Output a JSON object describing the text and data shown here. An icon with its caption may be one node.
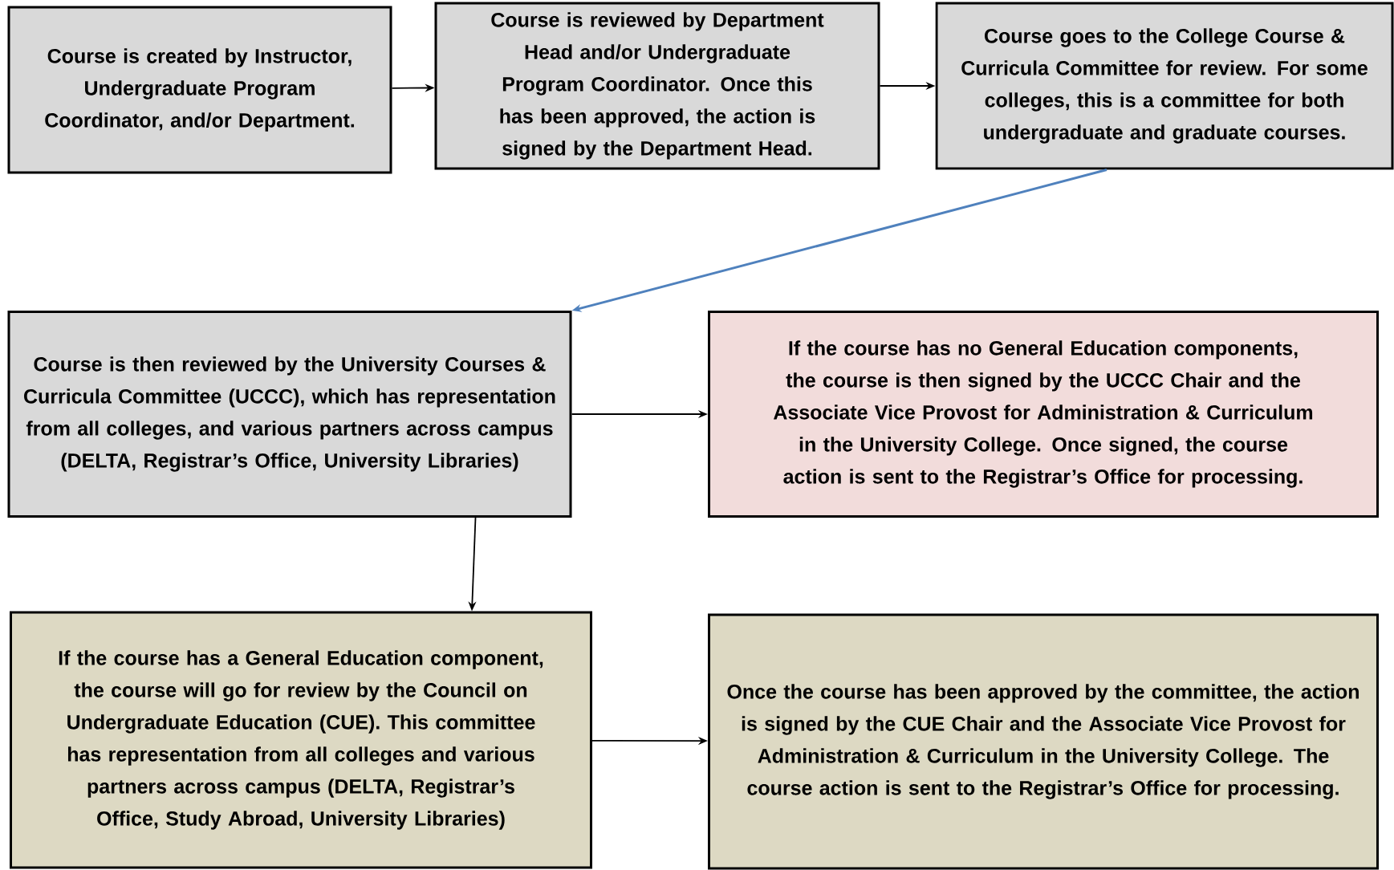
{
  "diagram": {
    "nodes": [
      {
        "text": [
          "Course is created by Instructor, Undergraduate Program Coordinator, and/or Department."
        ]
      },
      {
        "text": [
          "Course is reviewed by Department Head and/or Undergraduate Program Coordinator. Once this has been approved, the action is signed by the Department Head."
        ]
      },
      {
        "text": [
          "Course goes to the College Course & Curricula Committee for review. For some colleges, this is a committee for both undergraduate and graduate courses."
        ]
      },
      {
        "text": [
          "Course is then reviewed by the University Courses & Curricula Committee (UCCC), which has representation from all colleges, and various partners across campus (DELTA, Registrar’s Office, University Libraries)"
        ]
      },
      {
        "text": [
          "If the course has no General Education components, the course is then signed by the UCCC Chair and the Associate Vice Provost for Administration & Curriculum in the University College. Once signed, the course action is sent to the Registrar’s Office for processing."
        ]
      },
      {
        "text": [
          "If the course has a General Education component, the course will go for review by the Council on Undergraduate Education (CUE). This committee has representation from all colleges and various partners across campus (DELTA, Registrar’s Office, Study Abroad, University Libraries)"
        ]
      },
      {
        "text": [
          "Once the course has been approved by the committee, the action is signed by the CUE Chair and the Associate Vice Provost for Administration & Curriculum in the University College. The course action is sent to the Registrar’s Office for processing."
        ]
      }
    ],
    "edges": [
      {
        "from": 0,
        "to": 1,
        "arrow": "to"
      },
      {
        "from": 1,
        "to": 2,
        "arrow": "to"
      },
      {
        "from": 2,
        "to": 3,
        "arrow": "to",
        "color": "#4f81bd"
      },
      {
        "from": 3,
        "to": 4,
        "arrow": "to"
      },
      {
        "from": 3,
        "to": 5,
        "arrow": "to"
      },
      {
        "from": 5,
        "to": 6,
        "arrow": "to"
      }
    ]
  }
}
